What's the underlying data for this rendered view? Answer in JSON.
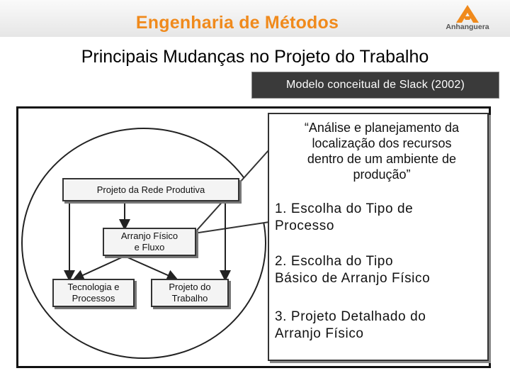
{
  "header": {
    "title": "Engenharia de Métodos",
    "logo_text": "Anhanguera",
    "logo_color": "#f08a1c"
  },
  "slide": {
    "title": "Principais Mudanças no Projeto do Trabalho",
    "caption": "Modelo conceitual de Slack (2002)"
  },
  "diagram": {
    "boxes": {
      "rede": "Projeto da Rede Produtiva",
      "arranjo_line1": "Arranjo Físico",
      "arranjo_line2": "e Fluxo",
      "tecnologia_line1": "Tecnologia e",
      "tecnologia_line2": "Processos",
      "trabalho_line1": "Projeto do",
      "trabalho_line2": "Trabalho"
    },
    "callout": {
      "quote_line1": "“Análise e planejamento da",
      "quote_line2": "localização dos recursos",
      "quote_line3": "dentro de um ambiente de",
      "quote_line4": "produção”",
      "item1_line1": "1. Escolha do Tipo de",
      "item1_line2": "Processo",
      "item2_line1": "2. Escolha do Tipo",
      "item2_line2": "Básico de Arranjo Físico",
      "item3_line1": "3. Projeto Detalhado do",
      "item3_line2": "Arranjo Físico"
    }
  }
}
